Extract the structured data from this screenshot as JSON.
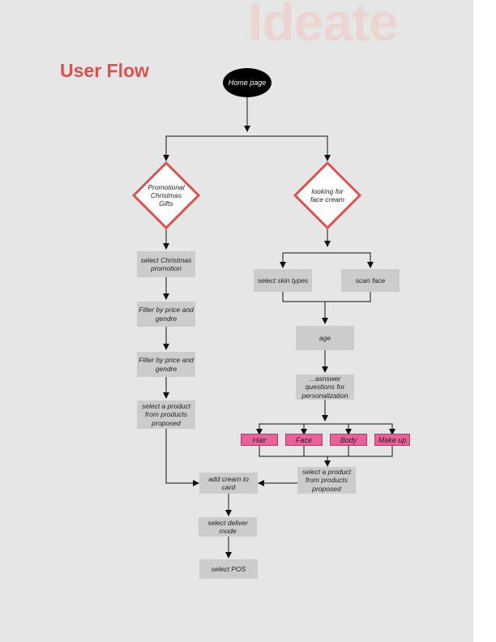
{
  "header": {
    "watermark": "Ideate",
    "title": "User Flow"
  },
  "colors": {
    "title": "#d9534f",
    "diamond_border": "#d9534f",
    "box_fill": "#cccccc",
    "pink_fill": "#e8619a",
    "background": "#e6e6e6"
  },
  "flow": {
    "start": "Home page",
    "decisions": {
      "promo": "Promotional Christmas Gifts",
      "cream": "looking for face cream"
    },
    "left": {
      "step1": "select Christmas promotion",
      "step2": "Filter by price and gendre",
      "step3": "Filter by price and gendre",
      "step4": "select a product from products proposed"
    },
    "right": {
      "skin": "select skin types",
      "scan": "scan face",
      "age": "age",
      "questions": "...asnswer questions for personalization",
      "categories": [
        "Hair",
        "Face",
        "Body",
        "Make up"
      ],
      "select_product": "select a product from products proposed"
    },
    "bottom": {
      "cart": "add cream to card",
      "deliver": "select deliver mode",
      "pos": "select POS"
    }
  }
}
